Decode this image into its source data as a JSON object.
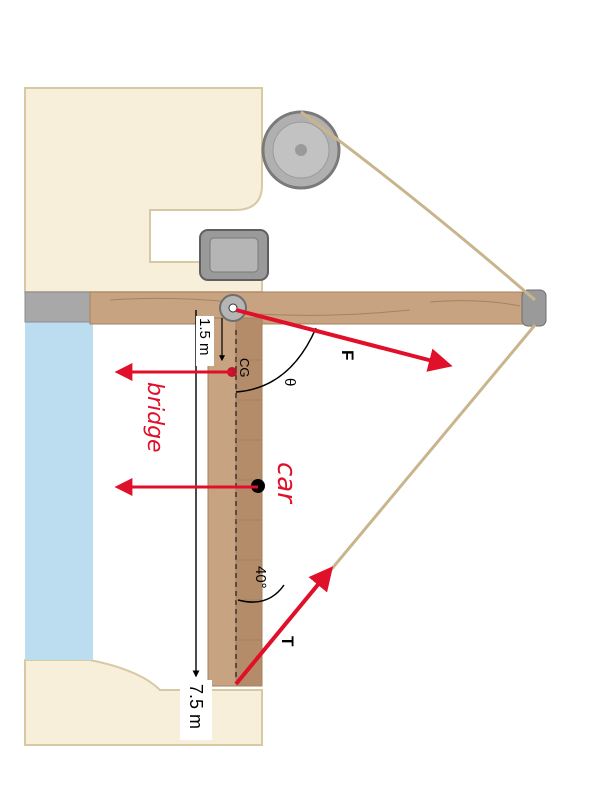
{
  "labels": {
    "cg_distance": "1.5 m",
    "cg": "CG",
    "force_f": "F",
    "angle_theta": "θ",
    "angle_40": "40°",
    "tension": "T",
    "length": "7.5 m"
  },
  "annotations": {
    "bridge": "bridge",
    "car": "car"
  },
  "colors": {
    "vector_red": "#e0102a",
    "wood": "#c8a382",
    "wood_dark": "#b48c6a",
    "wall": "#f7efd9",
    "wall_edge": "#d6c9a4",
    "water": "#bcdcf0",
    "rope": "#c9b58c",
    "gray": "#8a8a8a"
  }
}
